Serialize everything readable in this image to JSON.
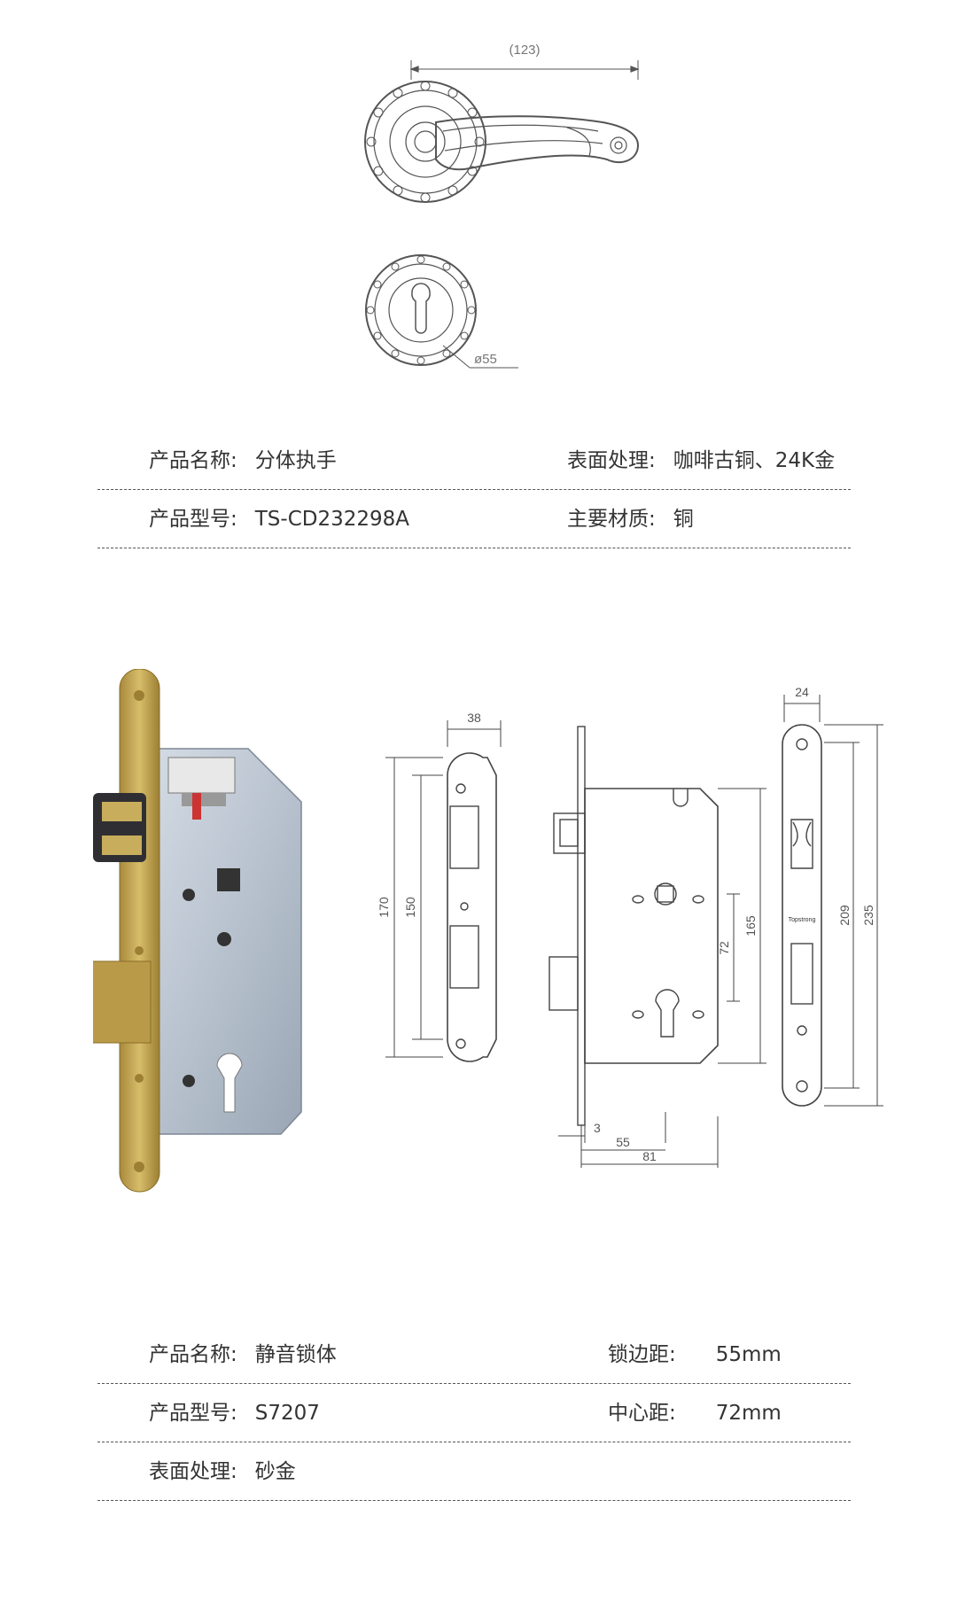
{
  "handle": {
    "width_dim": "(123)",
    "rose_dim": "ø55"
  },
  "handle_specs": [
    {
      "left": {
        "label": "产品名称:",
        "value": "分体执手"
      },
      "right": {
        "label": "表面处理:",
        "value": "咖啡古铜、24K金"
      }
    },
    {
      "left": {
        "label": "产品型号:",
        "value": "TS-CD232298A"
      },
      "right": {
        "label": "主要材质:",
        "value": "铜"
      }
    }
  ],
  "lock": {
    "faceplate_dims": {
      "width": "38",
      "outer_height": "170",
      "inner_height": "150"
    },
    "body_dims": {
      "center_distance": "72",
      "height": "165",
      "backset_offset": "3",
      "backset": "55",
      "depth": "81"
    },
    "front_dims": {
      "width": "24",
      "inner_height": "209",
      "outer_height": "235"
    },
    "brand_mark": "Topstrong"
  },
  "lock_specs": [
    {
      "left": {
        "label": "产品名称:",
        "value": "静音锁体"
      },
      "right": {
        "label": "锁边距:",
        "value": "55mm"
      }
    },
    {
      "left": {
        "label": "产品型号:",
        "value": "S7207"
      },
      "right": {
        "label": "中心距:",
        "value": "72mm"
      }
    },
    {
      "left": {
        "label": "表面处理:",
        "value": "砂金"
      }
    }
  ]
}
